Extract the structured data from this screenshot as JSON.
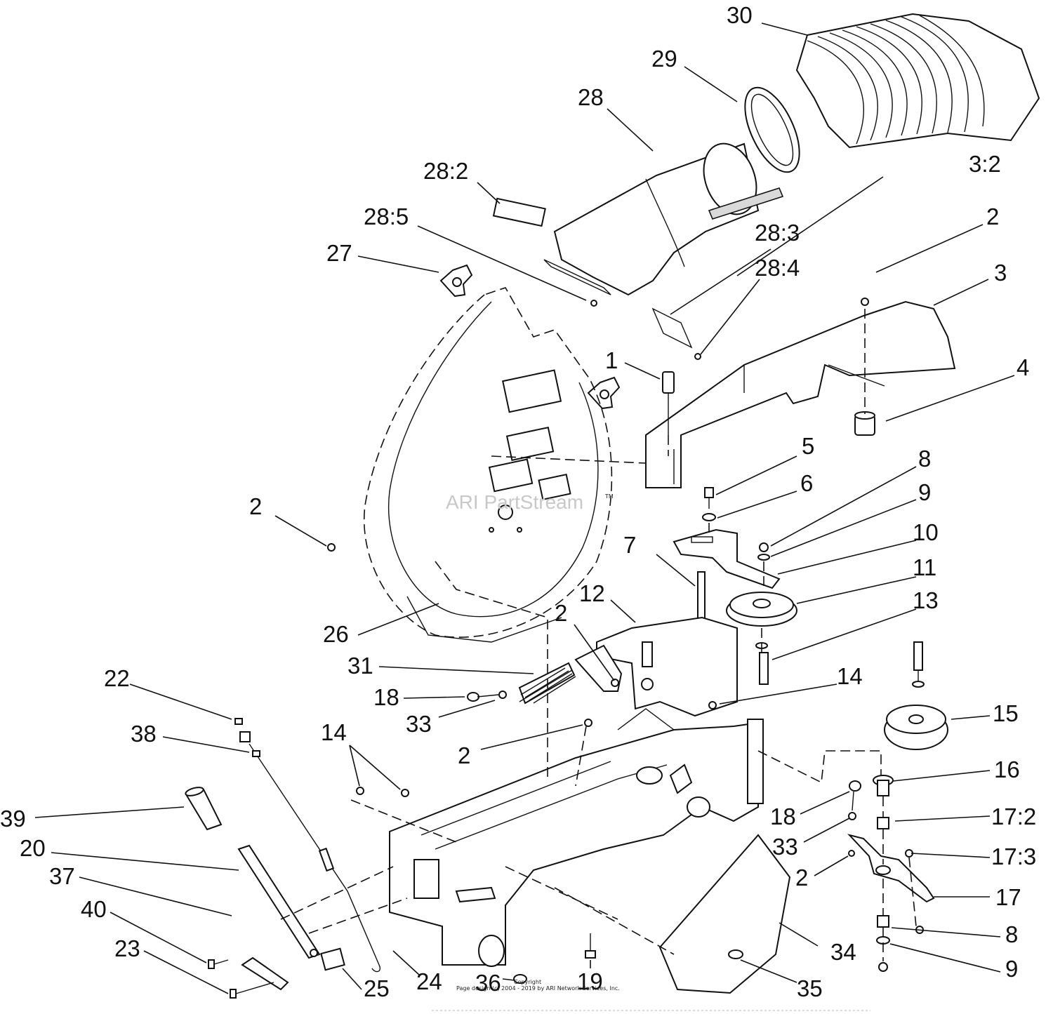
{
  "callouts": {
    "c30": "30",
    "c29": "29",
    "c28": "28",
    "c28_2": "28:2",
    "c28_5": "28:5",
    "c27": "27",
    "c28_3": "28:3",
    "c28_4": "28:4",
    "c3_2": "3:2",
    "c2a": "2",
    "c3": "3",
    "c1": "1",
    "c4": "4",
    "c5": "5",
    "c6": "6",
    "c8a": "8",
    "c9a": "9",
    "c10": "10",
    "c2b": "2",
    "c11": "11",
    "c7": "7",
    "c13": "13",
    "c12": "12",
    "c26": "26",
    "c2c": "2",
    "c31": "31",
    "c14a": "14",
    "c22": "22",
    "c18a": "18",
    "c33a": "33",
    "c15": "15",
    "c38": "38",
    "c14b": "14",
    "c2d": "2",
    "c16": "16",
    "c39": "39",
    "c18b": "18",
    "c17_2": "17:2",
    "c20": "20",
    "c33b": "33",
    "c17_3": "17:3",
    "c37": "37",
    "c2e": "2",
    "c17": "17",
    "c40": "40",
    "c8b": "8",
    "c23": "23",
    "c9b": "9",
    "c34": "34",
    "c25": "25",
    "c24": "24",
    "c36": "36",
    "c19": "19",
    "c35": "35"
  },
  "watermark": "ARI PartStream",
  "watermark_tm": "TM",
  "copyright_line1": "Copyright",
  "copyright_line2": "Page design (c) 2004 - 2019 by ARI Network Services, Inc."
}
